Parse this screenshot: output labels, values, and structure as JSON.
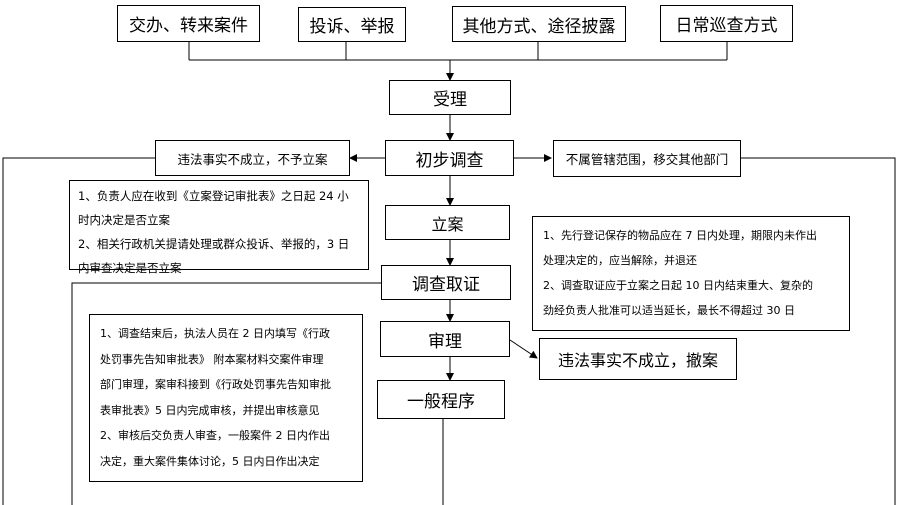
{
  "sources": {
    "s1": "交办、转来案件",
    "s2": "投诉、举报",
    "s3": "其他方式、途径披露",
    "s4": "日常巡查方式"
  },
  "steps": {
    "accept": "受理",
    "prelim": "初步调查",
    "register": "立案",
    "investigate": "调查取证",
    "review": "审理",
    "general": "一般程序"
  },
  "branches": {
    "not_established": "违法事实不成立，不予立案",
    "not_jurisdiction": "不属管辖范围，移交其他部门",
    "withdraw": "违法事实不成立，撤案"
  },
  "notes": {
    "register": [
      "1、负责人应在收到《立案登记审批表》之日起 24 小",
      "时内决定是否立案",
      "2、相关行政机关提请处理或群众投诉、举报的，3 日",
      "内审查决定是否立案"
    ],
    "investigate": [
      "1、先行登记保存的物品应在 7 日内处理，期限内未作出",
      "处理决定的，应当解除，并退还",
      "2、调查取证应于立案之日起 10 日内结束重大、复杂的",
      "劲经负责人批准可以适当延长，最长不得超过 30 日"
    ],
    "review": [
      "1、调查结束后，执法人员在 2 日内填写《行政",
      "处罚事先告知审批表》 附本案材料交案件审理",
      "部门审理，案审科接到《行政处罚事先告知审批",
      "表审批表》5 日内完成审核，并提出审核意见",
      "2、审核后交负责人审查，一般案件 2 日内作出",
      "决定，重大案件集体讨论，5 日内日作出决定"
    ]
  }
}
